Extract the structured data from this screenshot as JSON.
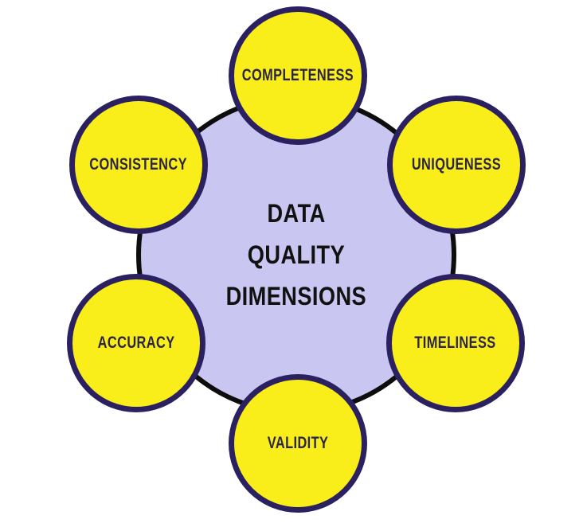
{
  "diagram": {
    "type": "hub-and-spoke",
    "center": {
      "lines": [
        "DATA",
        "QUALITY",
        "DIMENSIONS"
      ],
      "fill_color": "#c9c6f1",
      "border_color": "#0d0d0d",
      "text_color": "#111111"
    },
    "node_style": {
      "fill_color": "#f9ee1a",
      "border_color": "#2b2161",
      "text_color": "#2b2649"
    },
    "nodes": [
      {
        "label": "COMPLETENESS",
        "position": "top"
      },
      {
        "label": "UNIQUENESS",
        "position": "top-right"
      },
      {
        "label": "TIMELINESS",
        "position": "bottom-right"
      },
      {
        "label": "VALIDITY",
        "position": "bottom"
      },
      {
        "label": "ACCURACY",
        "position": "bottom-left"
      },
      {
        "label": "CONSISTENCY",
        "position": "top-left"
      }
    ]
  }
}
